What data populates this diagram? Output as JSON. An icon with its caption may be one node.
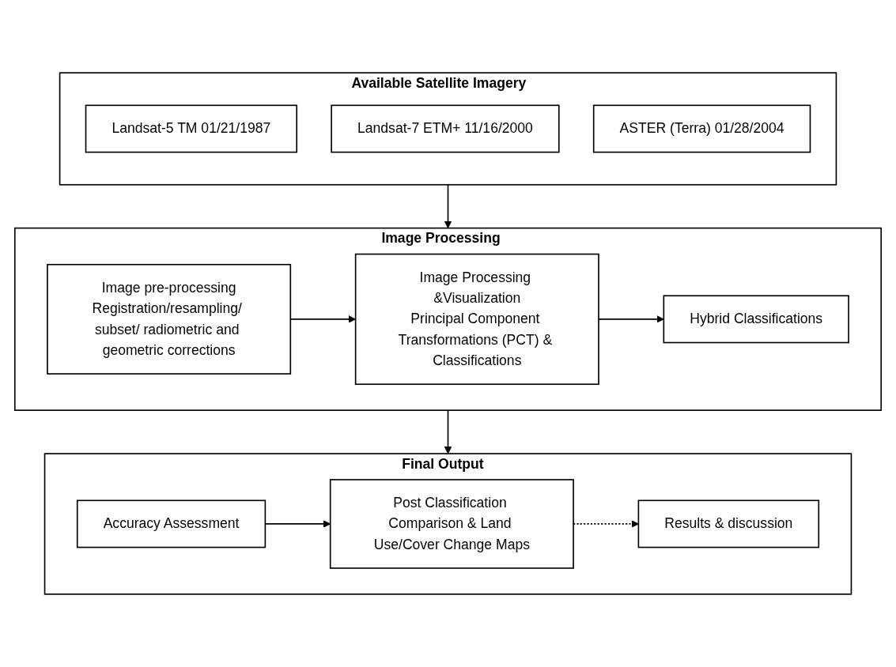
{
  "diagram": {
    "nodes": [
      {
        "text": [
          "Available Satellite Imagery"
        ]
      },
      {
        "text": [
          "Landsat-5 TM 01/21/1987"
        ],
        "in": 0
      },
      {
        "text": [
          "Landsat-7 ETM+ 11/16/2000"
        ],
        "in": 0
      },
      {
        "text": [
          "ASTER (Terra) 01/28/2004"
        ],
        "in": 0
      },
      {
        "text": [
          "Image Processing"
        ]
      },
      {
        "text": [
          "Image pre-processing",
          "Registration/resampling/ subset/ radiometric and geometric corrections"
        ],
        "in": 4
      },
      {
        "text": [
          "Image Processing &Visualization",
          "Principal Component Transformations (PCT) & Classifications"
        ],
        "in": 4
      },
      {
        "text": [
          "Hybrid Classifications"
        ],
        "in": 4
      },
      {
        "text": [
          "Final Output"
        ]
      },
      {
        "text": [
          "Accuracy Assessment"
        ],
        "in": 8
      },
      {
        "text": [
          "Post Classification Comparison & Land Use/Cover Change Maps"
        ],
        "in": 8
      },
      {
        "text": [
          "Results & discussion"
        ],
        "in": 8
      }
    ],
    "edges": [
      {
        "from": 0,
        "to": 4,
        "arrow": "to"
      },
      {
        "from": 4,
        "to": 8,
        "arrow": "to"
      },
      {
        "from": 5,
        "to": 6,
        "arrow": "to"
      },
      {
        "from": 6,
        "to": 7,
        "arrow": "to"
      },
      {
        "from": 9,
        "to": 10,
        "arrow": "to"
      },
      {
        "from": 10,
        "to": 11,
        "arrow": "to",
        "style": "dashed"
      }
    ]
  }
}
